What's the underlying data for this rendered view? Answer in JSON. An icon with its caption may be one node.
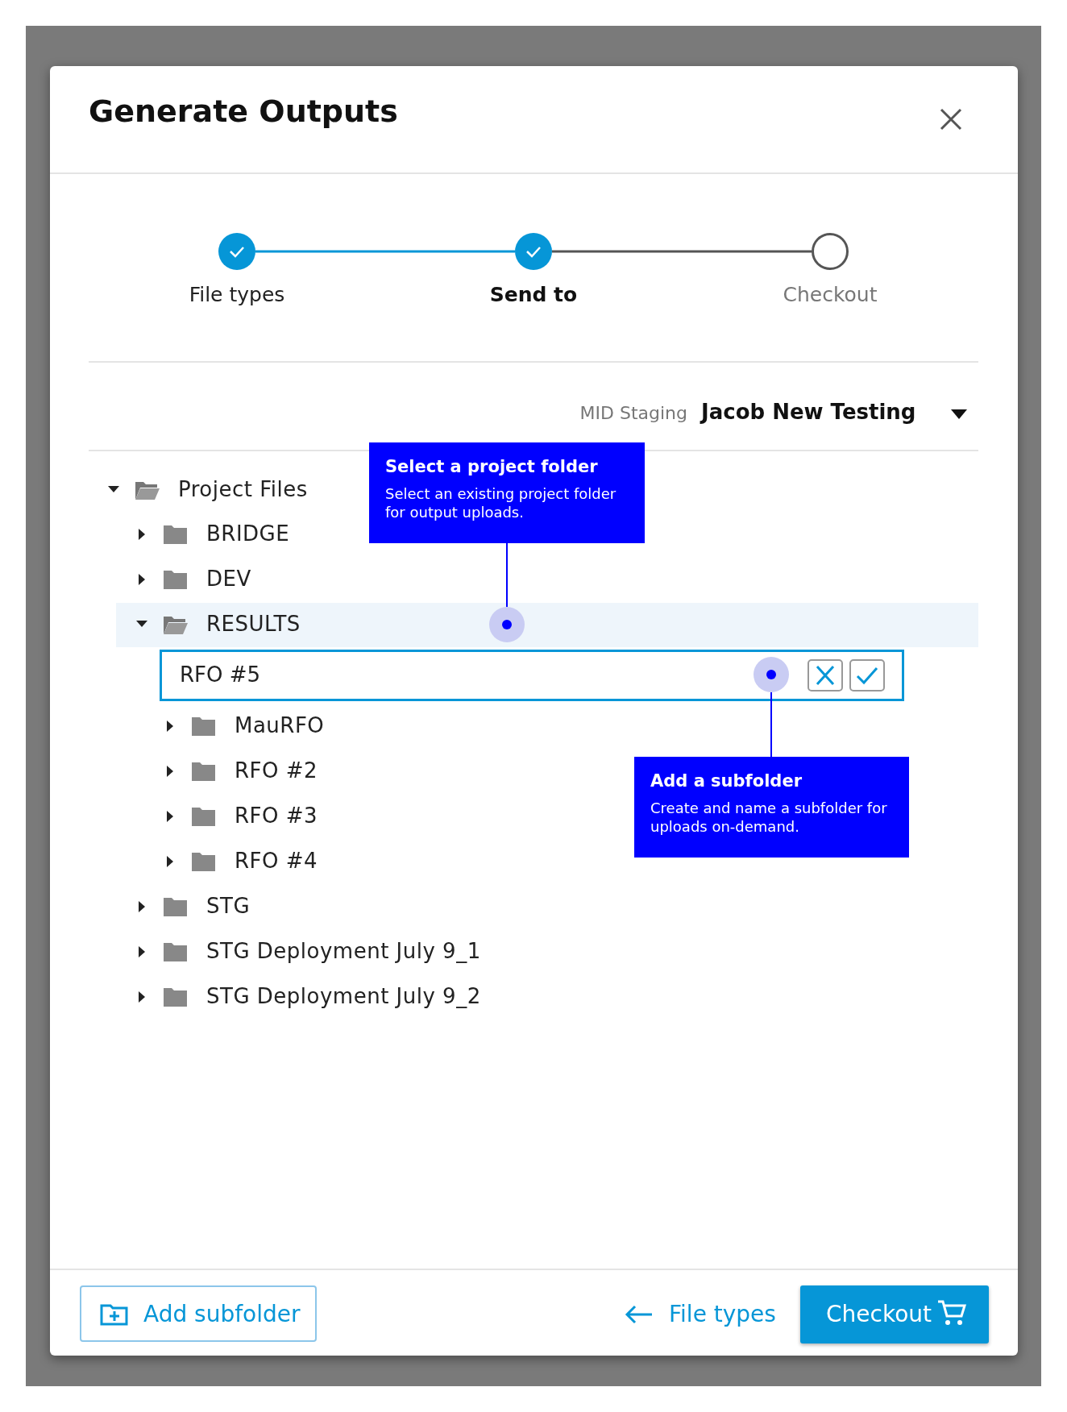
{
  "diagram": {
    "title": "Generate Outputs",
    "nodes": [
      {
        "text": [
          "File types"
        ]
      },
      {
        "text": [
          "Send to"
        ]
      },
      {
        "text": [
          "Checkout"
        ]
      },
      {
        "text": [
          "Select a project folder",
          "Select an existing project folder for output uploads."
        ]
      },
      {
        "text": [],
        "shape": "circle"
      },
      {
        "text": [
          "Add a subfolder",
          "Create and name a subfolder for uploads on-demand."
        ]
      },
      {
        "text": [],
        "shape": "circle"
      }
    ],
    "edges": [
      {
        "from": 0,
        "to": 1,
        "arrow": "none",
        "color": "#0696d7"
      },
      {
        "from": 1,
        "to": 2,
        "arrow": "none",
        "color": "#555555"
      },
      {
        "from": 3,
        "to": 4,
        "arrow": "none",
        "color": "#0000ff"
      },
      {
        "from": 5,
        "to": 6,
        "arrow": "none",
        "color": "#0000ff"
      }
    ],
    "labels": [
      "MID Staging",
      "Jacob New Testing",
      "Project Files",
      "BRIDGE",
      "DEV",
      "RESULTS",
      "RFO #5",
      "MauRFO",
      "RFO #2",
      "RFO #3",
      "RFO #4",
      "STG",
      "STG Deployment July 9_1",
      "STG Deployment July 9_2",
      "Add subfolder",
      "File types",
      "Checkout"
    ]
  }
}
